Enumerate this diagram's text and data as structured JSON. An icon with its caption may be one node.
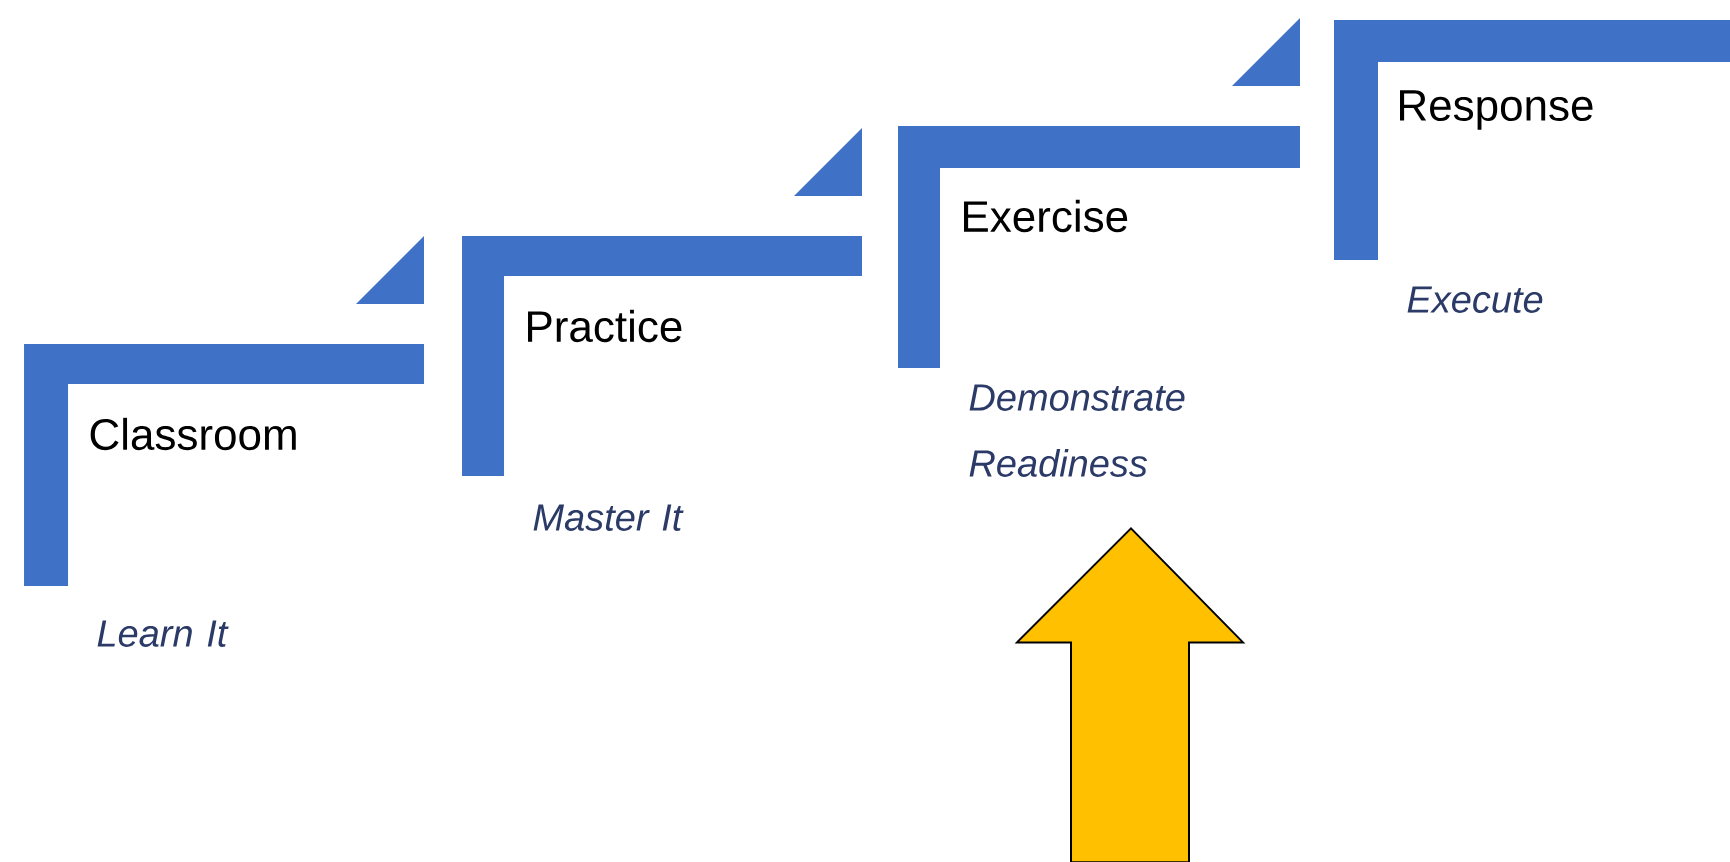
{
  "diagram": {
    "nodes": [
      {
        "text": [
          "Classroom"
        ],
        "beside": [
          "Learn It"
        ]
      },
      {
        "text": [
          "Practice"
        ],
        "beside": [
          "Master It"
        ]
      },
      {
        "text": [
          "Exercise"
        ],
        "beside": [
          "Demonstrate Readiness"
        ]
      },
      {
        "text": [
          "Response"
        ],
        "beside": [
          "Execute"
        ]
      }
    ],
    "edges": [
      {
        "from": null,
        "to": 2,
        "arrow": "to"
      }
    ]
  }
}
